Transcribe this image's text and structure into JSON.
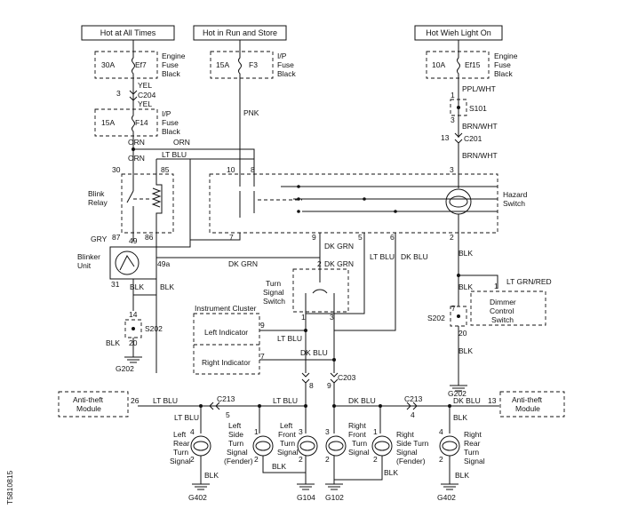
{
  "power": {
    "hot_all": "Hot at All Times",
    "hot_run": "Hot in Run and Store",
    "hot_light": "Hot Wieh Light On"
  },
  "fuses": {
    "ef7": {
      "amp": "30A",
      "id": "Ef7",
      "loc1": "Engine",
      "loc2": "Fuse",
      "loc3": "Black"
    },
    "f14": {
      "amp": "15A",
      "id": "F14",
      "loc1": "I/P",
      "loc2": "Fuse",
      "loc3": "Black"
    },
    "f3": {
      "amp": "15A",
      "id": "F3",
      "loc1": "I/P",
      "loc2": "Fuse",
      "loc3": "Black"
    },
    "ef15": {
      "amp": "10A",
      "id": "Ef15",
      "loc1": "Engine",
      "loc2": "Fuse",
      "loc3": "Black"
    }
  },
  "connectors": {
    "c204": "C204",
    "c201": "C201",
    "c203": "C203",
    "c213": "C213",
    "s101": "S101",
    "s202": "S202"
  },
  "wires": {
    "yel": "YEL",
    "orn": "ORN",
    "lt_blu": "LT BLU",
    "pnk": "PNK",
    "ppl_wht": "PPL/WHT",
    "brn_wht": "BRN/WHT",
    "gry": "GRY",
    "blk": "BLK",
    "dk_grn": "DK GRN",
    "dk_blu": "DK BLU",
    "lt_grn_red": "LT GRN/RED"
  },
  "components": {
    "blink_relay_1": "Blink",
    "blink_relay_2": "Relay",
    "blinker_unit_1": "Blinker",
    "blinker_unit_2": "Unit",
    "hazard_1": "Hazard",
    "hazard_2": "Switch",
    "turn_1": "Turn",
    "turn_2": "Signal",
    "turn_3": "Switch",
    "instrument_cluster": "Instrument Cluster",
    "left_indicator": "Left Indicator",
    "right_indicator": "Right Indicator",
    "dimmer_1": "Dimmer",
    "dimmer_2": "Control",
    "dimmer_3": "Switch",
    "antitheft_1": "Anti-theft",
    "antitheft_2": "Module"
  },
  "lamps": {
    "lr": [
      "Left",
      "Rear",
      "Turn",
      "Signal"
    ],
    "lst": [
      "Left",
      "Side",
      "Turn",
      "Signal",
      "(Fender)"
    ],
    "lf": [
      "Left",
      "Front",
      "Turn",
      "Signal"
    ],
    "rf": [
      "Right",
      "Front",
      "Turn",
      "Signal"
    ],
    "rst": [
      "Right",
      "Side Turn",
      "Signal",
      "(Fender)"
    ],
    "rr": [
      "Right",
      "Rear",
      "Turn",
      "Signal"
    ]
  },
  "grounds": {
    "g202": "G202",
    "g402": "G402",
    "g104": "G104",
    "g102": "G102"
  },
  "pins": {
    "p1": "1",
    "p2": "2",
    "p3": "3",
    "p4": "4",
    "p5": "5",
    "p6": "6",
    "p7": "7",
    "p8": "8",
    "p9": "9",
    "p10": "10",
    "p13": "13",
    "p14": "14",
    "p20": "20",
    "p26": "26",
    "p30": "30",
    "p31": "31",
    "p49": "49",
    "p49a": "49a",
    "p85": "85",
    "p86": "86",
    "p87": "87"
  },
  "figure_id": "T5810815"
}
